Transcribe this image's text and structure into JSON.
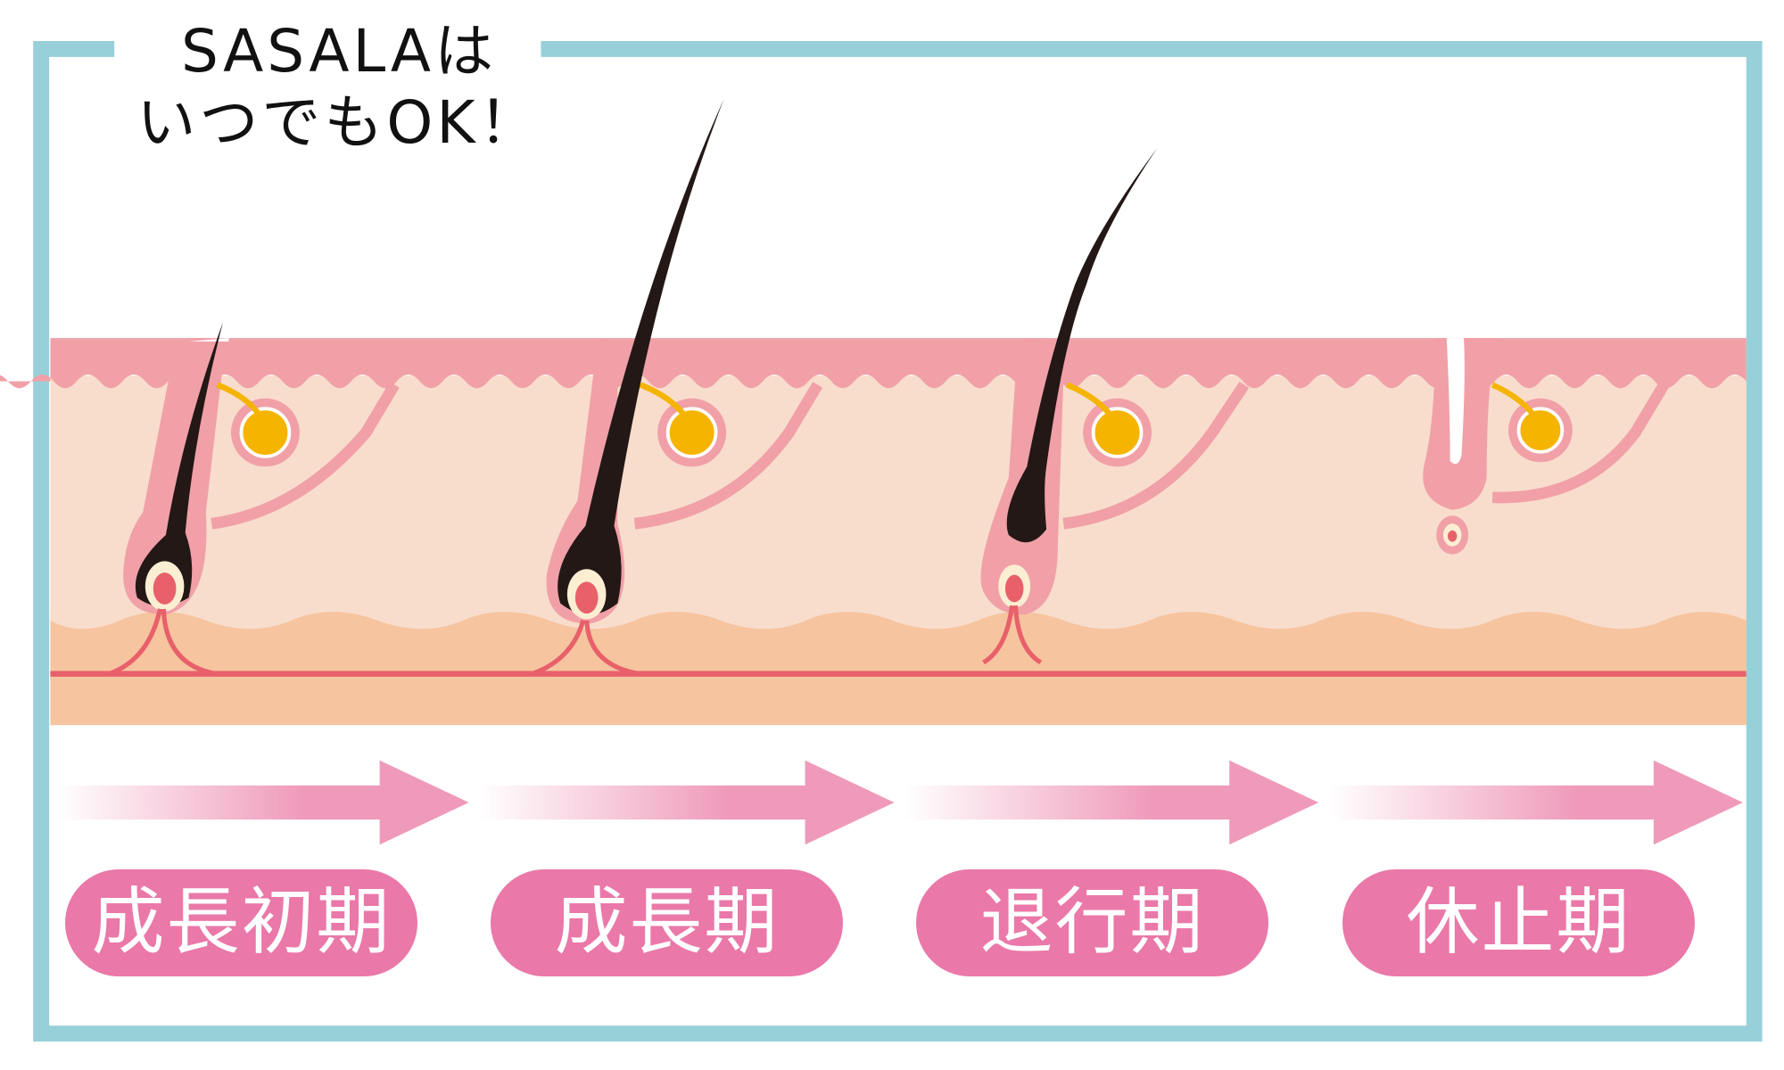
{
  "title": {
    "line1": "SASALAは",
    "line2": "いつでもOK！"
  },
  "stages": [
    {
      "label": "成長初期"
    },
    {
      "label": "成長期"
    },
    {
      "label": "退行期"
    },
    {
      "label": "休止期"
    }
  ],
  "colors": {
    "frame": "#97d0d8",
    "epidermis": "#f1a0a8",
    "dermis": "#f8ddcc",
    "subcutis": "#f6c49f",
    "vessel": "#e8606a",
    "hair": "#231815",
    "gland": "#f5b400",
    "pill": "#ea78a8",
    "arrow": "#ef9aba"
  }
}
